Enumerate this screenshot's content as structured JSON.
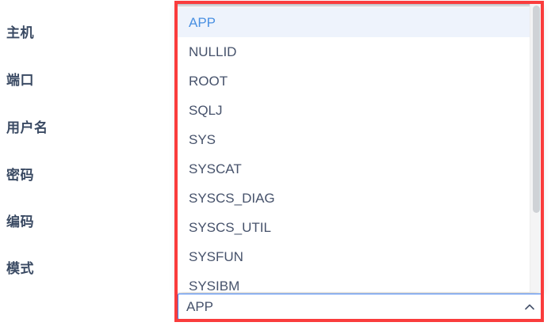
{
  "form": {
    "labels": [
      "主机",
      "端口",
      "用户名",
      "密码",
      "编码",
      "模式"
    ]
  },
  "dropdown": {
    "open": true,
    "options": [
      "APP",
      "NULLID",
      "ROOT",
      "SQLJ",
      "SYS",
      "SYSCAT",
      "SYSCS_DIAG",
      "SYSCS_UTIL",
      "SYSFUN",
      "SYSIBM"
    ],
    "selected_index": 0,
    "selected_value": "APP",
    "caret_icon": "chevron-up-icon",
    "scrollbar": {
      "visible": true
    }
  },
  "select_field": {
    "value": "APP",
    "placeholder": "APP"
  },
  "colors": {
    "label_text": "#3a4a63",
    "option_text": "#46526b",
    "selected_option_text": "#4a90e2",
    "selected_option_bg": "#eef3fc",
    "select_border": "#3d7ef0",
    "highlight_frame": "#fa3c3c",
    "panel_bg": "#ffffff",
    "scrollbar_thumb": "#cfd2d6"
  }
}
